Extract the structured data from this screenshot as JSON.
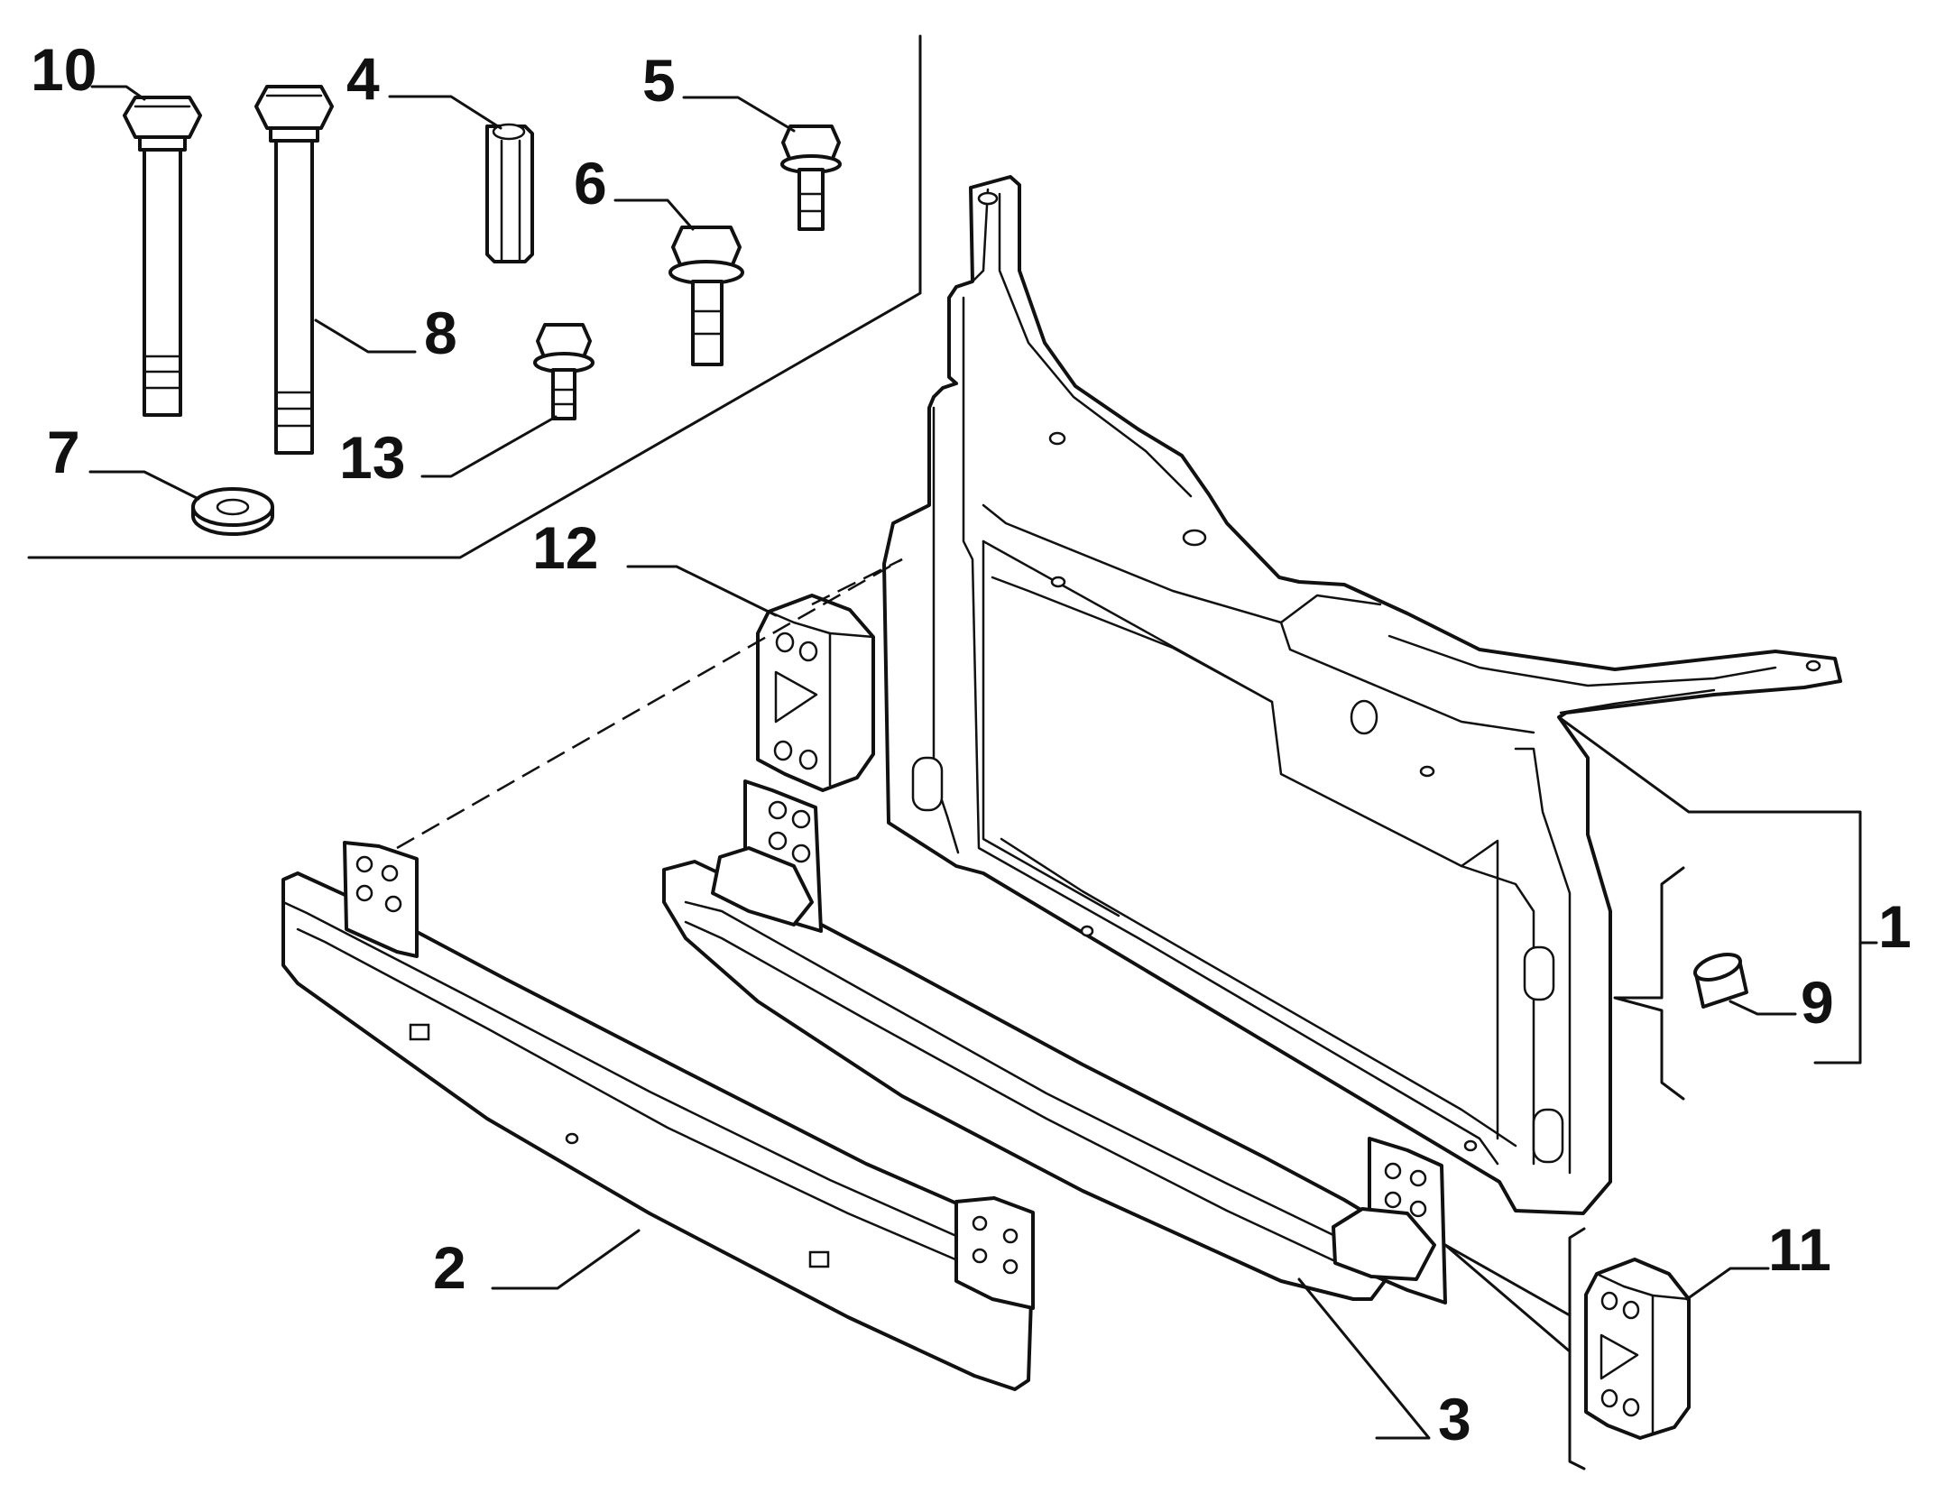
{
  "callouts": [
    {
      "id": "10",
      "text": "10"
    },
    {
      "id": "4",
      "text": "4"
    },
    {
      "id": "5",
      "text": "5"
    },
    {
      "id": "6",
      "text": "6"
    },
    {
      "id": "8",
      "text": "8"
    },
    {
      "id": "7",
      "text": "7"
    },
    {
      "id": "13",
      "text": "13"
    },
    {
      "id": "12",
      "text": "12"
    },
    {
      "id": "1",
      "text": "1"
    },
    {
      "id": "9",
      "text": "9"
    },
    {
      "id": "2",
      "text": "2"
    },
    {
      "id": "3",
      "text": "3"
    },
    {
      "id": "11",
      "text": "11"
    }
  ]
}
